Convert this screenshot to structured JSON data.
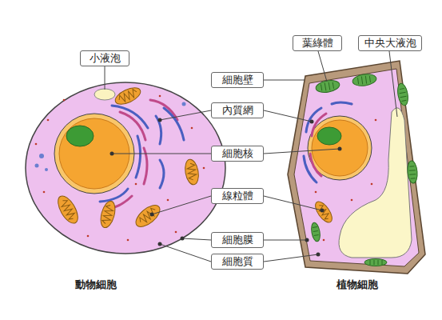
{
  "diagram": {
    "nodes": [
      {
        "text": [
          "小液泡"
        ]
      },
      {
        "text": [
          "葉綠體"
        ]
      },
      {
        "text": [
          "中央大液泡"
        ]
      },
      {
        "text": [
          "細胞壁"
        ]
      },
      {
        "text": [
          "內質網"
        ]
      },
      {
        "text": [
          "細胞核"
        ]
      },
      {
        "text": [
          "線粒體"
        ]
      },
      {
        "text": [
          "細胞膜"
        ]
      },
      {
        "text": [
          "細胞質"
        ]
      }
    ],
    "labels": [
      "動物細胞",
      "植物細胞"
    ]
  }
}
